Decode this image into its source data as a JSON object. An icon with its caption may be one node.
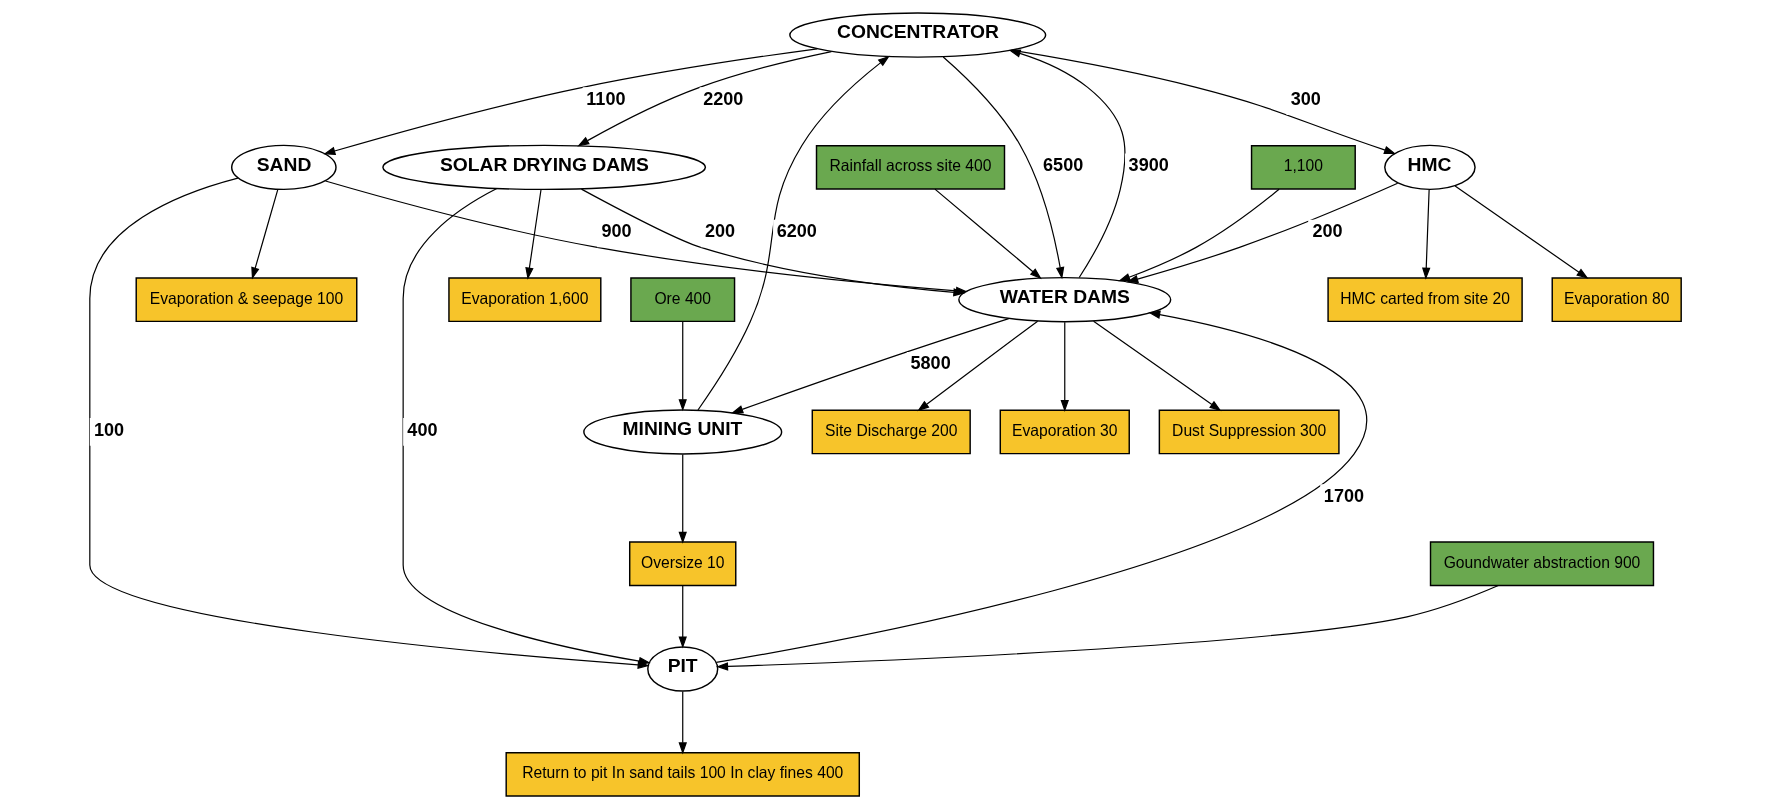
{
  "diagram": {
    "nodes": [
      {
        "text": [
          "CONCENTRATOR"
        ]
      },
      {
        "text": [
          "Ore 400"
        ]
      },
      {
        "text": [
          "MINING UNIT"
        ]
      },
      {
        "text": [
          "SAND"
        ]
      },
      {
        "text": [
          "SOLAR DRYING DAMS"
        ]
      },
      {
        "text": [
          "HMC"
        ]
      },
      {
        "text": [
          "WATER DAMS"
        ]
      },
      {
        "text": [
          "1,100"
        ]
      },
      {
        "text": [
          "Rainfall across site 400"
        ]
      },
      {
        "text": [
          "Site Discharge 200"
        ]
      },
      {
        "text": [
          "Oversize 10"
        ]
      },
      {
        "text": [
          "Evaporation 30"
        ]
      },
      {
        "text": [
          "PIT"
        ]
      },
      {
        "text": [
          "Dust Suppression 300"
        ]
      },
      {
        "text": [
          "Goundwater abstraction 900"
        ]
      },
      {
        "text": [
          "Return to pit In sand tails 100 In clay fines 400"
        ]
      },
      {
        "text": [
          "Evaporation & seepage 100"
        ]
      },
      {
        "text": [
          "Evaporation 1,600"
        ]
      },
      {
        "text": [
          "Evaporation 80"
        ]
      },
      {
        "text": [
          "HMC carted from site 20"
        ]
      }
    ],
    "edges": [
      {
        "from": 6,
        "to": 2,
        "arrow": "to",
        "label": "5800"
      },
      {
        "from": 6,
        "to": 0,
        "arrow": "to",
        "label": "3900"
      },
      {
        "from": 2,
        "to": 0,
        "arrow": "to",
        "label": "6200"
      },
      {
        "from": 0,
        "to": 6,
        "arrow": "to",
        "label": "6500"
      },
      {
        "from": 0,
        "to": 3,
        "arrow": "to",
        "label": "1100"
      },
      {
        "from": 0,
        "to": 4,
        "arrow": "to",
        "label": "2200"
      },
      {
        "from": 0,
        "to": 5,
        "arrow": "to",
        "label": "300"
      },
      {
        "from": 5,
        "to": 6,
        "arrow": "to",
        "label": "200"
      },
      {
        "from": 1,
        "to": 2,
        "arrow": "to"
      },
      {
        "from": 2,
        "to": 10,
        "arrow": "to"
      },
      {
        "from": 10,
        "to": 12,
        "arrow": "to"
      },
      {
        "from": 3,
        "to": 12,
        "arrow": "to",
        "label": "100"
      },
      {
        "from": 3,
        "to": 16,
        "arrow": "to"
      },
      {
        "from": 3,
        "to": 6,
        "arrow": "to",
        "label": "900"
      },
      {
        "from": 4,
        "to": 6,
        "arrow": "to",
        "label": "200"
      },
      {
        "from": 4,
        "to": 12,
        "arrow": "to",
        "label": "400"
      },
      {
        "from": 4,
        "to": 17,
        "arrow": "to"
      },
      {
        "from": 5,
        "to": 18,
        "arrow": "to"
      },
      {
        "from": 5,
        "to": 19,
        "arrow": "to"
      },
      {
        "from": 12,
        "to": 6,
        "arrow": "to",
        "label": "1700"
      },
      {
        "from": 14,
        "to": 12,
        "arrow": "to"
      },
      {
        "from": 12,
        "to": 15,
        "arrow": "to"
      },
      {
        "from": 7,
        "to": 6,
        "arrow": "to"
      },
      {
        "from": 8,
        "to": 6,
        "arrow": "to"
      },
      {
        "from": 6,
        "to": 9,
        "arrow": "to"
      },
      {
        "from": 6,
        "to": 11,
        "arrow": "to"
      },
      {
        "from": 6,
        "to": 13,
        "arrow": "to"
      }
    ]
  }
}
